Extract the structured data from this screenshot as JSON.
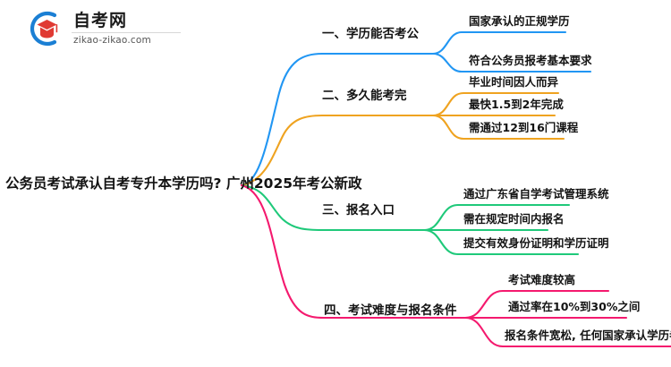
{
  "logo": {
    "name": "自考网",
    "domain": "zikao-zikao.com",
    "mark_icon": "graduation-cap-icon",
    "colors": {
      "arc": "#1B7FD4",
      "cap": "#E03A33"
    }
  },
  "mindmap": {
    "root": {
      "label": "公务员考试承认自考专升本学历吗? 广州2025年考公新政"
    },
    "branches": [
      {
        "index": "1",
        "label": "一、学历能否考公",
        "color": "#2196F3",
        "children": [
          {
            "label": "国家承认的正规学历"
          },
          {
            "label": "符合公务员报考基本要求"
          }
        ]
      },
      {
        "index": "2",
        "label": "二、多久能考完",
        "color": "#EFA320",
        "children": [
          {
            "label": "毕业时间因人而异"
          },
          {
            "label": "最快1.5到2年完成"
          },
          {
            "label": "需通过12到16门课程"
          }
        ]
      },
      {
        "index": "3",
        "label": "三、报名入口",
        "color": "#1FC97A",
        "children": [
          {
            "label": "通过广东省自学考试管理系统"
          },
          {
            "label": "需在规定时间内报名"
          },
          {
            "label": "提交有效身份证明和学历证明"
          }
        ]
      },
      {
        "index": "4",
        "label": "四、考试难度与报名条件",
        "color": "#F4196E",
        "children": [
          {
            "label": "考试难度较高"
          },
          {
            "label": "通过率在10%到30%之间"
          },
          {
            "label": "报名条件宽松, 任何国家承认学历者均可报名"
          }
        ]
      }
    ]
  }
}
